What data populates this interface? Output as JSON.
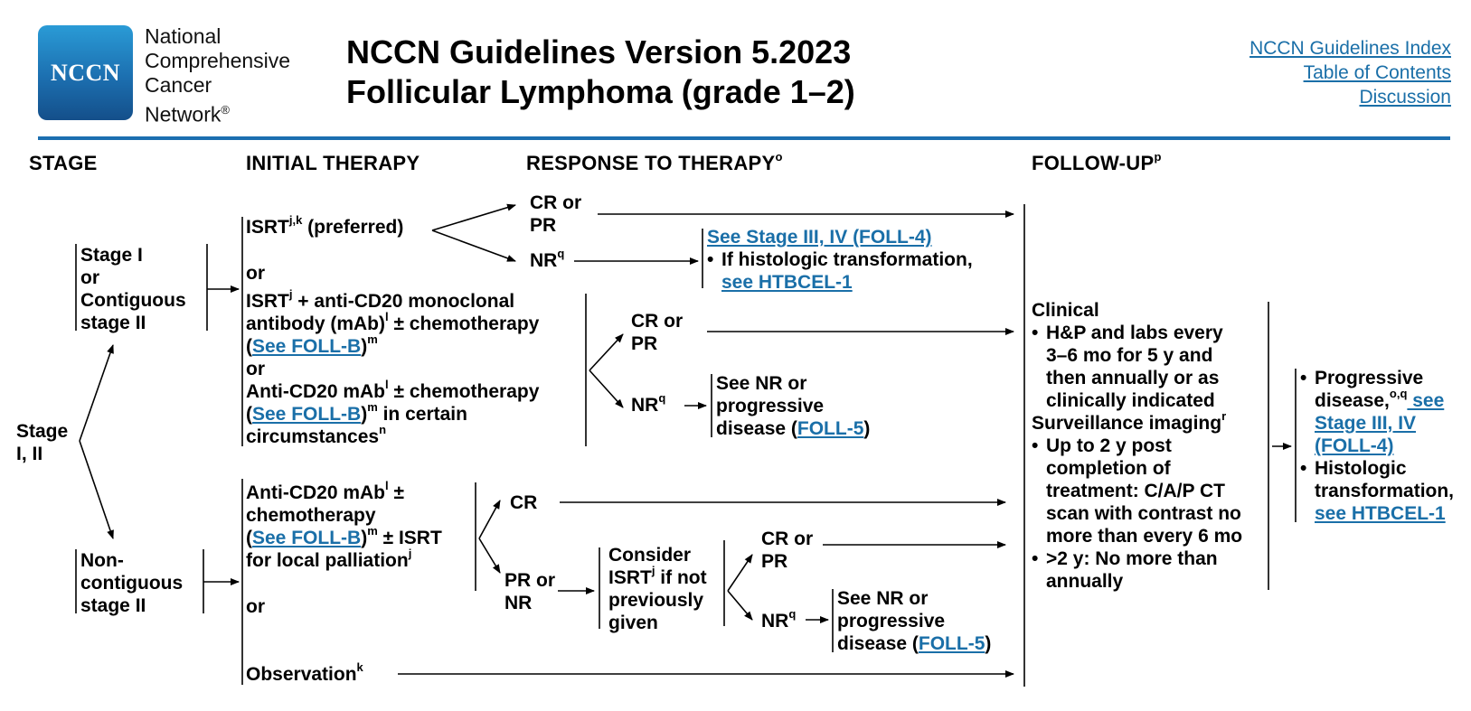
{
  "header": {
    "logo_text": "NCCN",
    "org_line1": "National",
    "org_line2": "Comprehensive",
    "org_line3": "Cancer",
    "org_line4": "Network",
    "org_reg": "®",
    "title_line1": "NCCN Guidelines Version 5.2023",
    "title_line2": "Follicular Lymphoma (grade 1–2)",
    "links": [
      "NCCN Guidelines Index",
      "Table of Contents",
      "Discussion"
    ],
    "accent_color": "#1c6fb0",
    "link_color": "#1a6fa8"
  },
  "columns": {
    "stage": "STAGE",
    "initial_therapy": "INITIAL THERAPY",
    "response": "RESPONSE TO THERAPY",
    "response_sup": "o",
    "followup": "FOLLOW-UP",
    "followup_sup": "p"
  },
  "stage": {
    "root_line1": "Stage",
    "root_line2": "I, II",
    "contig_lines": [
      "Stage I",
      "or",
      "Contiguous",
      "stage II"
    ],
    "noncontig_lines": [
      "Non-",
      "contiguous",
      "stage II"
    ]
  },
  "top_branch": {
    "isrt": "ISRT",
    "isrt_sup": "j,k",
    "isrt_tail": " (preferred)",
    "or1": "or",
    "opt2_a": "ISRT",
    "opt2_a_sup": "j",
    "opt2_a_tail": " + anti-CD20 monoclonal",
    "opt2_b": "antibody (mAb)",
    "opt2_b_sup": "l",
    "opt2_b_tail": "  ± chemotherapy",
    "opt2_c_open": "(",
    "opt2_c_link": "See FOLL-B",
    "opt2_c_close": ")",
    "opt2_c_sup": "m",
    "or2": "or",
    "opt3_a": "Anti-CD20 mAb",
    "opt3_a_sup": "l",
    "opt3_a_tail": " ± chemotherapy",
    "opt3_b_open": "(",
    "opt3_b_link": "See FOLL-B",
    "opt3_b_close": ")",
    "opt3_b_sup": "m",
    "opt3_b_tail": " in certain",
    "opt3_c": "circumstances",
    "opt3_c_sup": "n",
    "resp_crpr_1": "CR or",
    "resp_crpr_2": "PR",
    "resp_nr": "NR",
    "resp_nr_sup": "q",
    "nr_box_link": "See Stage III, IV (FOLL-4)",
    "nr_box_b1": "If histologic transformation,",
    "nr_box_b1_link": "see HTBCEL-1",
    "resp2_crpr_1": "CR or",
    "resp2_crpr_2": "PR",
    "resp2_nr": "NR",
    "resp2_nr_sup": "q",
    "resp2_box_1": "See NR or",
    "resp2_box_2": "progressive",
    "resp2_box_3a": "disease (",
    "resp2_box_3_link": "FOLL-5",
    "resp2_box_3b": ")"
  },
  "bottom_branch": {
    "opt1_a": "Anti-CD20 mAb",
    "opt1_a_sup": "l",
    "opt1_a_tail": " ±",
    "opt1_b": "chemotherapy",
    "opt1_c_open": "(",
    "opt1_c_link": "See FOLL-B",
    "opt1_c_close": ")",
    "opt1_c_sup": "m",
    "opt1_c_tail": " ± ISRT",
    "opt1_d": "for local palliation",
    "opt1_d_sup": "j",
    "or": "or",
    "obs": "Observation",
    "obs_sup": "k",
    "resp_cr": "CR",
    "resp_prnr_1": "PR or",
    "resp_prnr_2": "NR",
    "consider_1": "Consider",
    "consider_2": "ISRT",
    "consider_2_sup": "j",
    "consider_2_tail": " if not",
    "consider_3": "previously",
    "consider_4": "given",
    "c_crpr_1": "CR or",
    "c_crpr_2": "PR",
    "c_nr": "NR",
    "c_nr_sup": "q",
    "c_box_1": "See NR or",
    "c_box_2": "progressive",
    "c_box_3a": "disease (",
    "c_box_3_link": "FOLL-5",
    "c_box_3b": ")"
  },
  "followup": {
    "clinical": "Clinical",
    "b1_1": "H&P and labs every",
    "b1_2": "3–6 mo for 5 y and",
    "b1_3": "then annually or as",
    "b1_4": "clinically indicated",
    "surv": "Surveillance imaging",
    "surv_sup": "r",
    "b2_1": "Up to 2 y post",
    "b2_2": "completion of",
    "b2_3": "treatment: C/A/P CT",
    "b2_4": "scan with contrast no",
    "b2_5": "more than every 6 mo",
    "b3_1": ">2 y: No more than",
    "b3_2": "annually",
    "bullet": "•"
  },
  "outcome": {
    "p1_1": "Progressive",
    "p1_2": "disease,",
    "p1_2_sup": "o,q",
    "p1_2_link": " see",
    "p1_3_link": "Stage III, IV",
    "p1_4_link": "(FOLL-4)",
    "p2_1": "Histologic",
    "p2_2": "transformation,",
    "p2_3_link": "see HTBCEL-1"
  }
}
